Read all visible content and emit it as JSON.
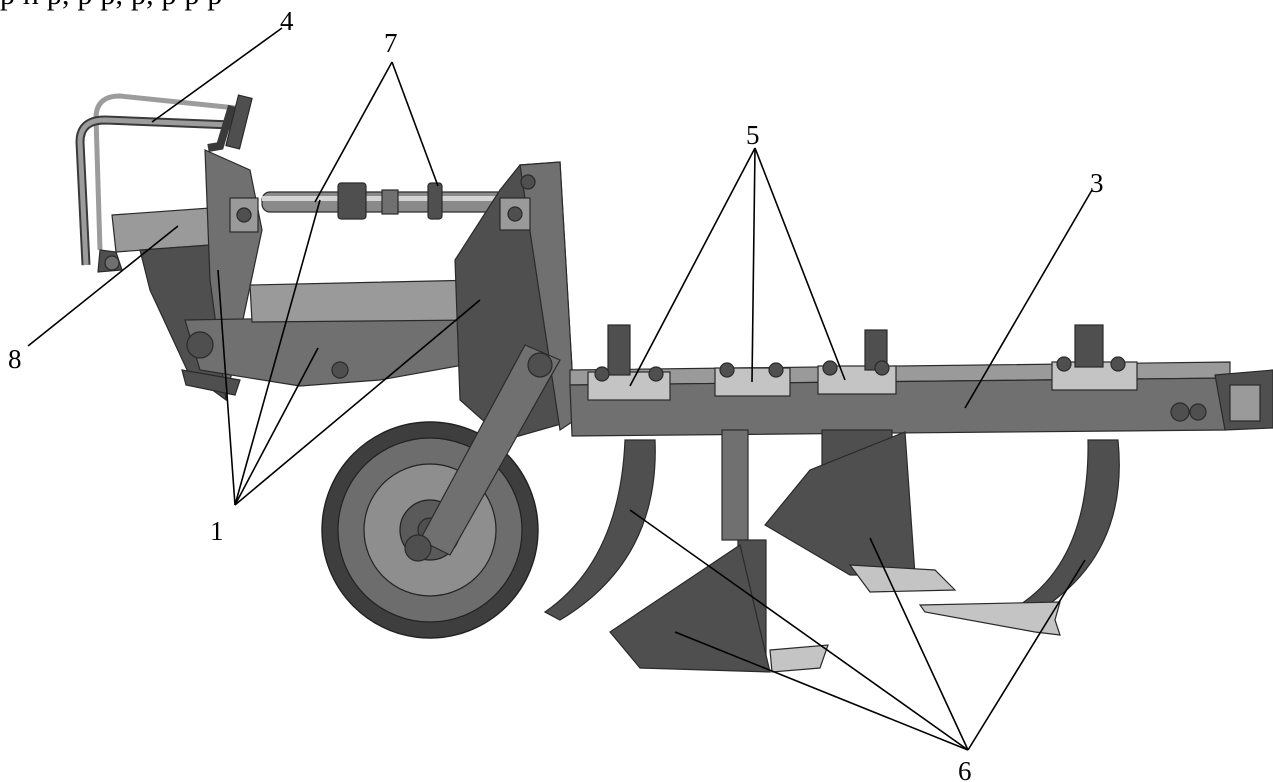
{
  "header_text": "р п р, р р, р, р р р",
  "labels": {
    "frame": "1",
    "beam": "3",
    "handle": "4",
    "clamps": "5",
    "working_bodies": "6",
    "adjusting_screw": "7",
    "hitch_plate": "8"
  },
  "colors": {
    "background": "#ffffff",
    "metal_dark": "#4f4f4f",
    "metal_mid": "#707070",
    "metal_light": "#9a9a9a",
    "metal_pale": "#c4c4c4",
    "outline": "#2a2a2a",
    "text": "#000000"
  }
}
